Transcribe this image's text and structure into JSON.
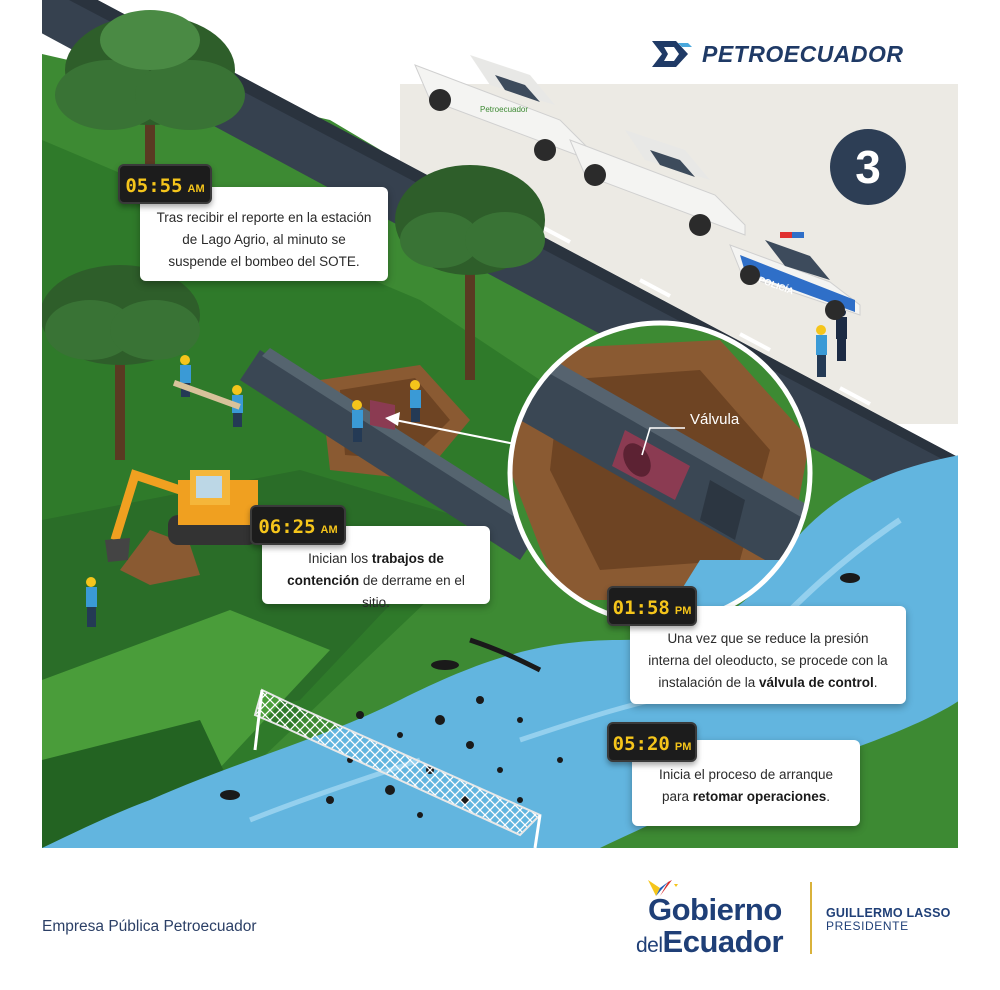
{
  "brand": {
    "name": "PETROECUADOR",
    "logo_icon": "petroecuador-logo-icon",
    "color": "#1f3a66"
  },
  "step": {
    "number": "3"
  },
  "events": [
    {
      "time": "05:55",
      "period": "AM",
      "text_before": "Tras recibir el reporte en la estación de Lago Agrio, al minuto se suspende el bombeo del SOTE.",
      "bold": "",
      "text_after": ""
    },
    {
      "time": "06:25",
      "period": "AM",
      "text_before": "Inician los ",
      "bold": "trabajos de contención",
      "text_after": " de derrame en el sitio."
    },
    {
      "time": "01:58",
      "period": "PM",
      "text_before": "Una vez que se reduce la presión interna del oleoducto, se procede con la instalación de la ",
      "bold": "válvula de control",
      "text_after": "."
    },
    {
      "time": "05:20",
      "period": "PM",
      "text_before": "Inicia el proceso de arranque para ",
      "bold": "retomar operaciones",
      "text_after": "."
    }
  ],
  "callout": {
    "label": "Válvula"
  },
  "vehicles": {
    "truck_label": "Petroecuador",
    "police_label": "POLICÍA"
  },
  "footer": {
    "company": "Empresa Pública Petroecuador",
    "gov_line1": "Gobierno",
    "gov_del": "del",
    "gov_line2": "Ecuador",
    "president_name": "GUILLERMO LASSO",
    "president_title": "PRESIDENTE"
  },
  "colors": {
    "time_text": "#f5c51b",
    "time_bg": "#1c1c1c",
    "road": "#36414f",
    "grass": "#3d8a33",
    "river": "#62b5df",
    "pipe": "#3a4754",
    "dirt": "#8a5a32"
  }
}
